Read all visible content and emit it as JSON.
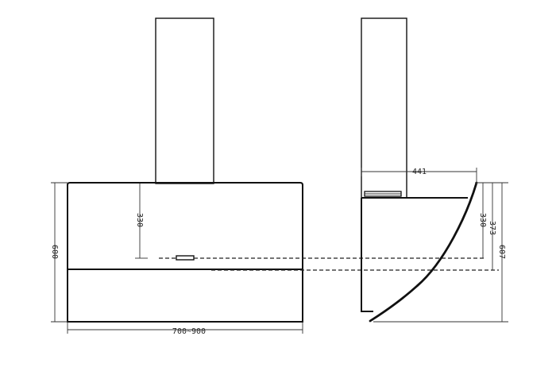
{
  "dimensions": {
    "front_width": "700~900",
    "front_height": "600",
    "front_inner": "330",
    "side_depth": "441",
    "side_a": "330",
    "side_b": "373",
    "side_c": "607"
  }
}
